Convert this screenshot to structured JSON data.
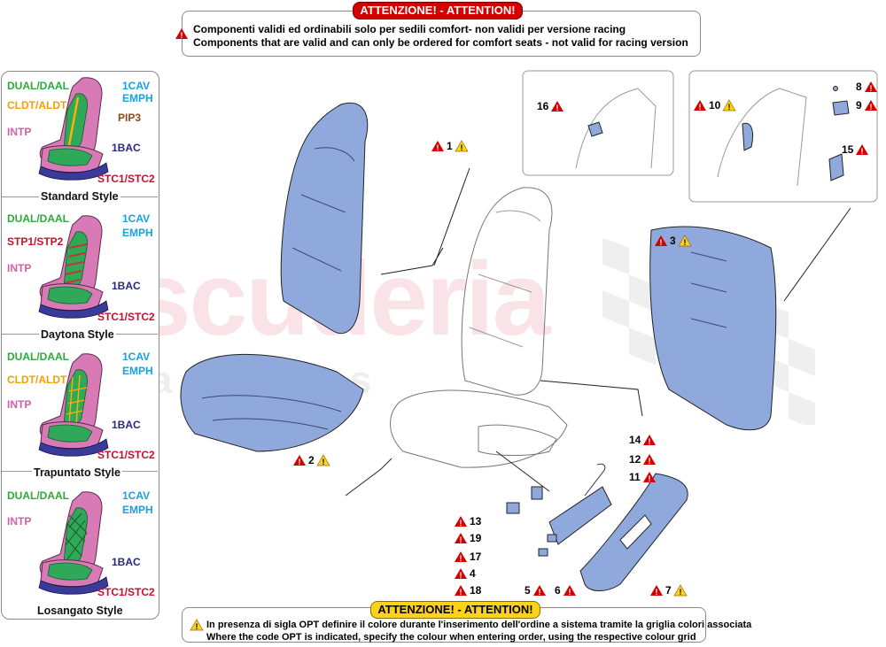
{
  "top_notice": {
    "title": "ATTENZIONE! - ATTENTION!",
    "line_it": "Componenti validi ed ordinabili solo per sedili comfort- non validi per versione  racing",
    "line_en": "Components that are valid and can only be ordered for comfort seats - not valid for racing version"
  },
  "bottom_notice": {
    "title": "ATTENZIONE! - ATTENTION!",
    "line_it": "In presenza di sigla OPT definire il colore durante l'inserimento dell'ordine a sistema tramite la griglia colori associata",
    "line_en": "Where the code OPT is indicated, specify the colour when entering order, using the respective colour grid"
  },
  "watermark": {
    "word": "scuderia",
    "sub": "a r t   p a r t s"
  },
  "styles": [
    {
      "name": "Standard Style",
      "labels": {
        "a": "DUAL/DAAL",
        "b": "CLDT/ALDT",
        "c": "INTP",
        "d": "1CAV",
        "e": "EMPH",
        "f": "PIP3",
        "g": "1BAC",
        "h": "STC1/STC2"
      }
    },
    {
      "name": "Daytona Style",
      "labels": {
        "a": "DUAL/DAAL",
        "b": "STP1/STP2",
        "c": "INTP",
        "d": "1CAV",
        "e": "EMPH",
        "g": "1BAC",
        "h": "STC1/STC2"
      }
    },
    {
      "name": "Trapuntato Style",
      "labels": {
        "a": "DUAL/DAAL",
        "b": "CLDT/ALDT",
        "c": "INTP",
        "d": "1CAV",
        "e": "EMPH",
        "g": "1BAC",
        "h": "STC1/STC2"
      }
    },
    {
      "name": "Losangato Style",
      "labels": {
        "a": "DUAL/DAAL",
        "c": "INTP",
        "d": "1CAV",
        "e": "EMPH",
        "g": "1BAC",
        "h": "STC1/STC2"
      }
    }
  ],
  "callouts": [
    {
      "num": "1",
      "red": true,
      "yellow": true
    },
    {
      "num": "2",
      "red": true,
      "yellow": true
    },
    {
      "num": "3",
      "red": true,
      "yellow": true
    },
    {
      "num": "4",
      "red": true,
      "yellow": false
    },
    {
      "num": "5",
      "red": true,
      "yellow": false
    },
    {
      "num": "6",
      "red": true,
      "yellow": false
    },
    {
      "num": "7",
      "red": true,
      "yellow": true
    },
    {
      "num": "8",
      "red": true,
      "yellow": false
    },
    {
      "num": "9",
      "red": true,
      "yellow": false
    },
    {
      "num": "10",
      "red": true,
      "yellow": true
    },
    {
      "num": "11",
      "red": true,
      "yellow": false
    },
    {
      "num": "12",
      "red": true,
      "yellow": false
    },
    {
      "num": "13",
      "red": true,
      "yellow": false
    },
    {
      "num": "14",
      "red": true,
      "yellow": false
    },
    {
      "num": "15",
      "red": true,
      "yellow": false
    },
    {
      "num": "16",
      "red": true,
      "yellow": false
    },
    {
      "num": "17",
      "red": true,
      "yellow": false
    },
    {
      "num": "18",
      "red": true,
      "yellow": false
    },
    {
      "num": "19",
      "red": true,
      "yellow": false
    }
  ],
  "colors": {
    "red": "#d40000",
    "yellow": "#ffd21a",
    "part_blue": "#8fa9dc",
    "label_green": "#2eaa3a",
    "label_orange": "#f5a000",
    "label_pink": "#d35fa6",
    "label_cyan": "#1aa0e0",
    "label_brown": "#8b4a1c",
    "label_navy": "#2a2a7a",
    "label_crimson": "#c8102e"
  }
}
